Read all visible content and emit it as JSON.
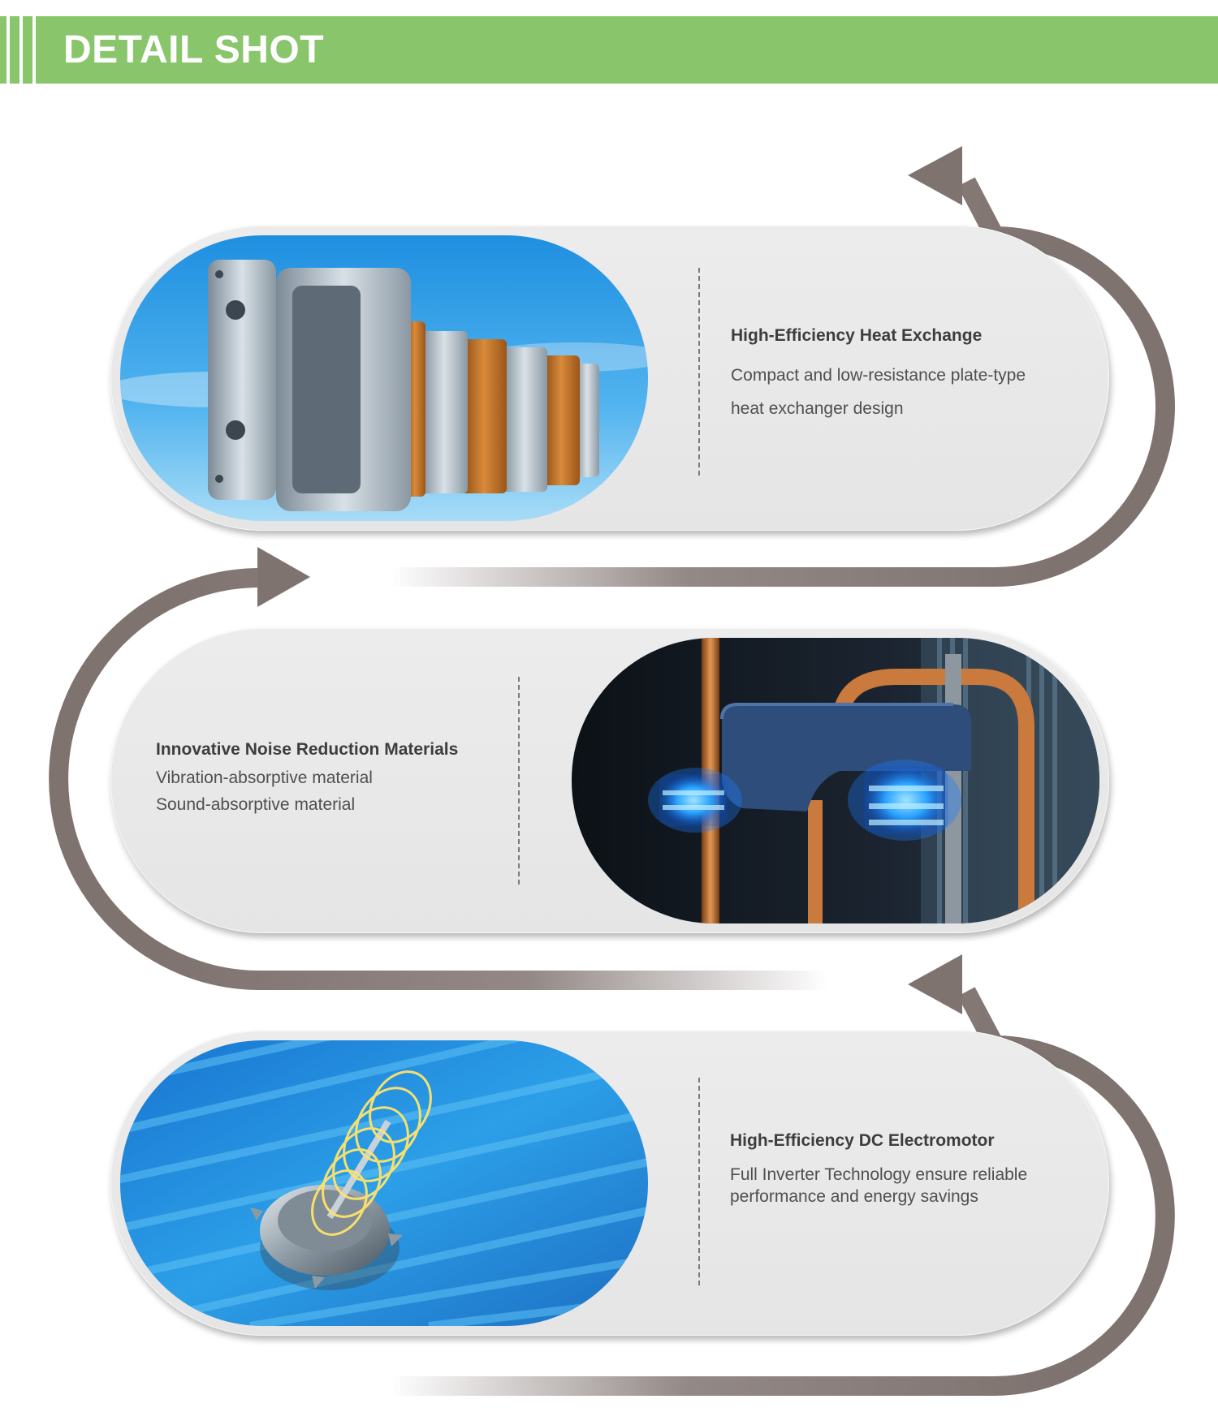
{
  "header": {
    "title": "DETAIL SHOT"
  },
  "features": [
    {
      "title": "High-Efficiency Heat Exchange",
      "lines": [
        "Compact and low-resistance plate-type",
        "heat exchanger design"
      ],
      "image": "plate-heat-exchanger-photo"
    },
    {
      "title": "Innovative Noise Reduction Materials",
      "lines": [
        "Vibration-absorptive material",
        "Sound-absorptive material"
      ],
      "image": "compressor-dampers-photo"
    },
    {
      "title": "High-Efficiency DC Electromotor",
      "lines": [
        "Full Inverter Technology ensure reliable",
        "performance and energy savings"
      ],
      "image": "dc-motor-photo"
    }
  ],
  "colors": {
    "banner": "#89c66b",
    "arrow": "#7f7370",
    "card": "#e8e8e8"
  }
}
